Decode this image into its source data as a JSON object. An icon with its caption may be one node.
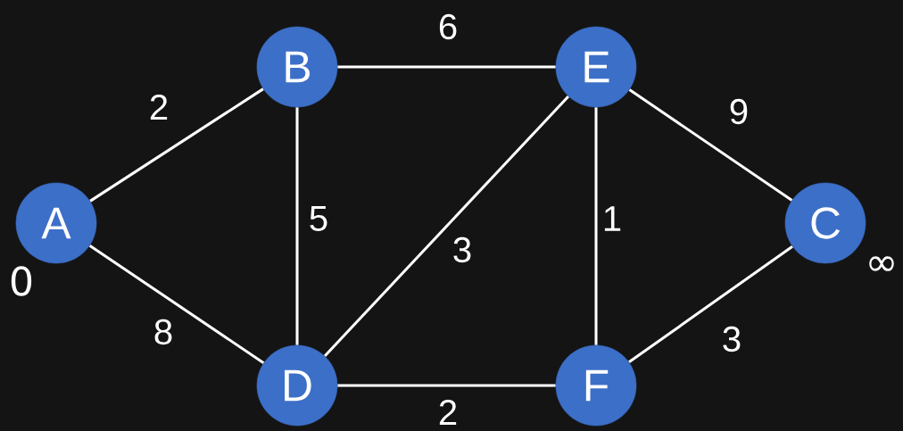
{
  "diagram": {
    "nodes": [
      {
        "text": [
          "A"
        ],
        "beside": [
          "0"
        ]
      },
      {
        "text": [
          "B"
        ]
      },
      {
        "text": [
          "E"
        ]
      },
      {
        "text": [
          "C"
        ],
        "beside": [
          "∞"
        ]
      },
      {
        "text": [
          "D"
        ]
      },
      {
        "text": [
          "F"
        ]
      }
    ],
    "edges": [
      {
        "from": 0,
        "to": 1,
        "arrow": "none",
        "label": "2"
      },
      {
        "from": 0,
        "to": 4,
        "arrow": "none",
        "label": "8"
      },
      {
        "from": 1,
        "to": 2,
        "arrow": "none",
        "label": "6"
      },
      {
        "from": 1,
        "to": 4,
        "arrow": "none",
        "label": "5"
      },
      {
        "from": 4,
        "to": 2,
        "arrow": "none",
        "label": "3"
      },
      {
        "from": 2,
        "to": 5,
        "arrow": "none",
        "label": "1"
      },
      {
        "from": 2,
        "to": 3,
        "arrow": "none",
        "label": "9"
      },
      {
        "from": 4,
        "to": 5,
        "arrow": "none",
        "label": "2"
      },
      {
        "from": 5,
        "to": 3,
        "arrow": "none",
        "label": "3"
      }
    ]
  }
}
